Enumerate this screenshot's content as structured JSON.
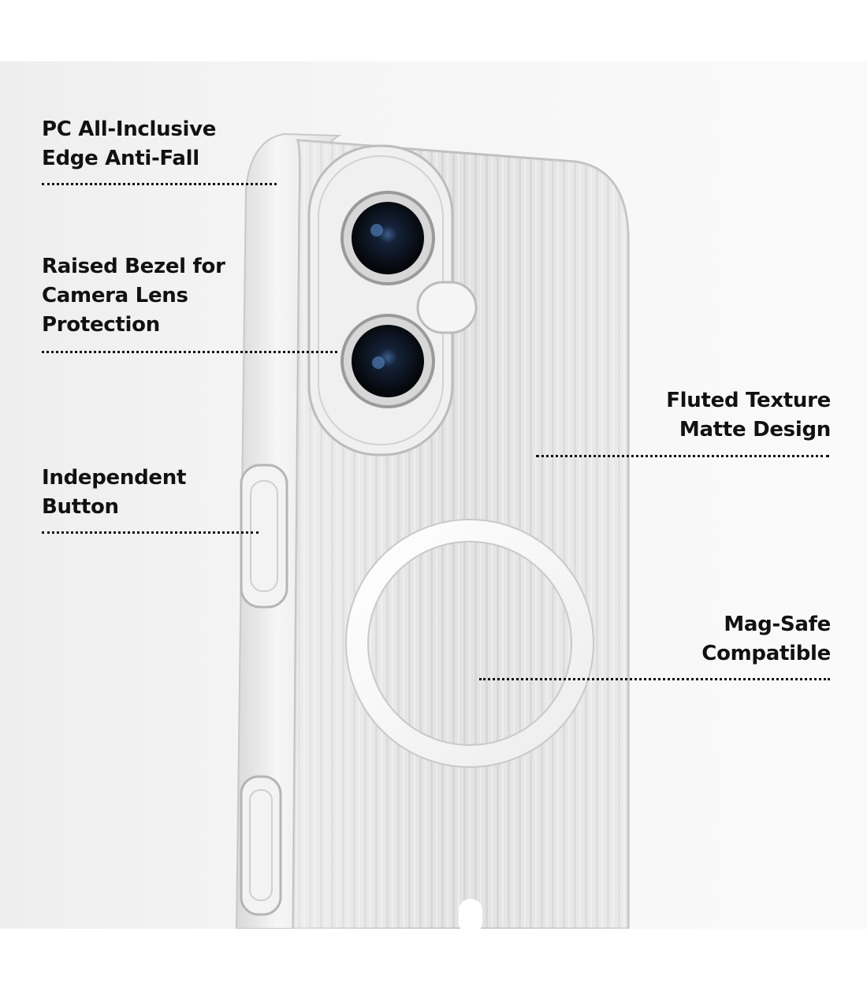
{
  "callouts": [
    {
      "id": "edge",
      "lines": [
        "PC All-Inclusive",
        "Edge Anti-Fall"
      ]
    },
    {
      "id": "bezel",
      "lines": [
        "Raised Bezel for",
        "Camera Lens",
        "Protection"
      ]
    },
    {
      "id": "button",
      "lines": [
        "Independent",
        "Button"
      ]
    },
    {
      "id": "texture",
      "lines": [
        "Fluted Texture",
        "Matte Design"
      ]
    },
    {
      "id": "magsafe",
      "lines": [
        "Mag-Safe",
        "Compatible"
      ]
    }
  ],
  "colors": {
    "text": "#111111",
    "backdrop": "#f2f2f2",
    "case": "#e4e4e4",
    "lens": "#0b0d12"
  }
}
